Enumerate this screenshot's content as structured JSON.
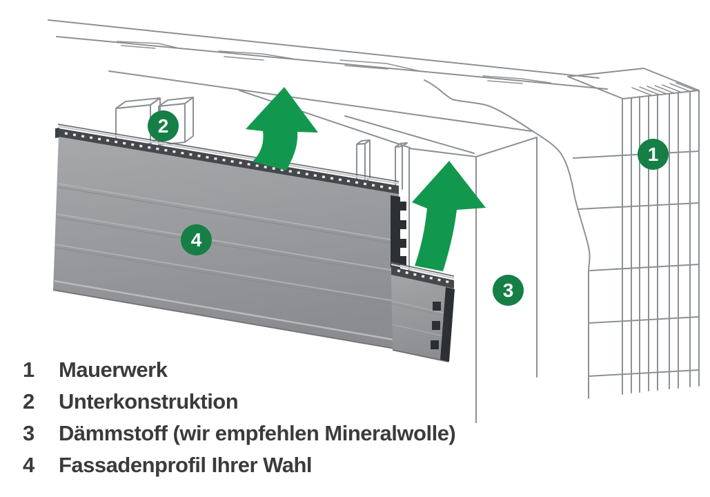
{
  "legend": {
    "items": [
      {
        "number": "1",
        "label": "Mauerwerk"
      },
      {
        "number": "2",
        "label": "Unterkonstruktion"
      },
      {
        "number": "3",
        "label": "Dämmstoff (wir empfehlen Mineralwolle)"
      },
      {
        "number": "4",
        "label": "Fassadenprofil Ihrer Wahl"
      }
    ]
  },
  "badges": [
    {
      "number": "1",
      "target": "Mauerwerk"
    },
    {
      "number": "2",
      "target": "Unterkonstruktion"
    },
    {
      "number": "3",
      "target": "Dämmstoff"
    },
    {
      "number": "4",
      "target": "Fassadenprofil"
    }
  ],
  "icons": [
    "up-arrow-icon",
    "up-arrow-icon"
  ],
  "colors": {
    "badge_green": "#157f46",
    "arrow_green": "#12984e",
    "legend_text": "#3b3b3b",
    "line_gray": "#8b9094",
    "panel_gray": "#97999c",
    "flange_dark": "#44474b"
  }
}
